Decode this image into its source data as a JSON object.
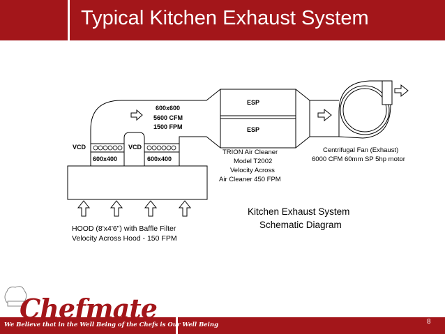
{
  "slide": {
    "title": "Typical Kitchen Exhaust System",
    "page_number": "8"
  },
  "diagram": {
    "duct_size": "600x600",
    "duct_flow": "5600 CFM",
    "duct_velocity": "1500 FPM",
    "vcd_left": "VCD",
    "vcd_right": "VCD",
    "branch_left_size": "600x400",
    "branch_right_size": "600x400",
    "esp_top": "ESP",
    "esp_bottom": "ESP",
    "air_cleaner": {
      "line1": "TRION Air Cleaner",
      "line2": "Model T2002",
      "line3": "Velocity Across",
      "line4": "Air Cleaner 450 FPM"
    },
    "fan": {
      "line1": "Centrifugal Fan (Exhaust)",
      "line2": "6000 CFM 60mm SP 5hp motor"
    },
    "hood": {
      "line1": "HOOD (8'x4'6\") with Baffle Filter",
      "line2": "Velocity Across Hood - 150 FPM"
    },
    "caption": {
      "line1": "Kitchen Exhaust System",
      "line2": "Schematic Diagram"
    }
  },
  "logo": {
    "wordmark": "Chefmate",
    "tagline": "We Believe that in the Well Being of the Chefs is Our Well Being"
  },
  "colors": {
    "brand": "#a3161a"
  }
}
